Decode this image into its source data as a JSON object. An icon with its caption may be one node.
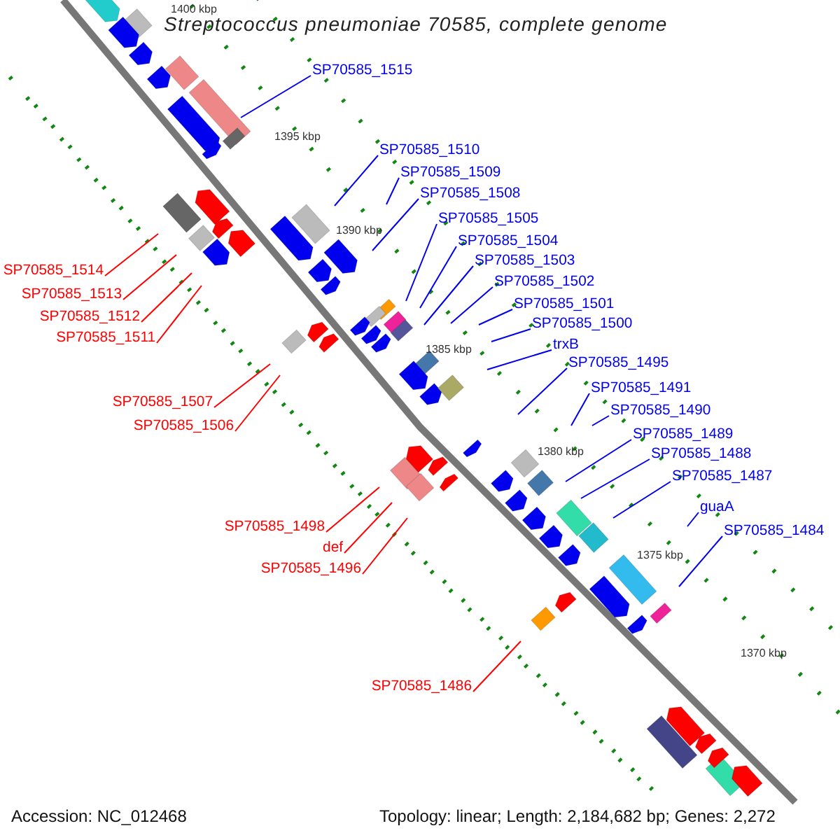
{
  "diagram": {
    "title": "Streptococcus pneumoniae 70585, complete genome",
    "nodes": [
      {
        "text": [
          "SP70585_1515"
        ]
      },
      {
        "text": [
          "SP70585_1510"
        ]
      },
      {
        "text": [
          "SP70585_1509"
        ]
      },
      {
        "text": [
          "SP70585_1508"
        ]
      },
      {
        "text": [
          "SP70585_1505"
        ]
      },
      {
        "text": [
          "SP70585_1504"
        ]
      },
      {
        "text": [
          "SP70585_1503"
        ]
      },
      {
        "text": [
          "SP70585_1514"
        ]
      },
      {
        "text": [
          "SP70585_1502"
        ]
      },
      {
        "text": [
          "SP70585_1513"
        ]
      },
      {
        "text": [
          "SP70585_1501"
        ]
      },
      {
        "text": [
          "SP70585_1512"
        ]
      },
      {
        "text": [
          "SP70585_1500"
        ]
      },
      {
        "text": [
          "SP70585_1511"
        ]
      },
      {
        "text": [
          "trxB"
        ]
      },
      {
        "text": [
          "SP70585_1495"
        ]
      },
      {
        "text": [
          "SP70585_1491"
        ]
      },
      {
        "text": [
          "SP70585_1507"
        ]
      },
      {
        "text": [
          "SP70585_1490"
        ]
      },
      {
        "text": [
          "SP70585_1506"
        ]
      },
      {
        "text": [
          "SP70585_1489"
        ]
      },
      {
        "text": [
          "SP70585_1488"
        ]
      },
      {
        "text": [
          "SP70585_1487"
        ]
      },
      {
        "text": [
          "guaA"
        ]
      },
      {
        "text": [
          "SP70585_1498"
        ]
      },
      {
        "text": [
          "def"
        ]
      },
      {
        "text": [
          "SP70585_1484"
        ]
      },
      {
        "text": [
          "SP70585_1496"
        ]
      },
      {
        "text": [
          "SP70585_1486"
        ]
      }
    ],
    "edges": [
      {
        "from": 0,
        "to": null,
        "arrow": "none"
      },
      {
        "from": 1,
        "to": null,
        "arrow": "none"
      },
      {
        "from": 2,
        "to": null,
        "arrow": "none"
      },
      {
        "from": 3,
        "to": null,
        "arrow": "none"
      },
      {
        "from": 4,
        "to": null,
        "arrow": "none"
      },
      {
        "from": 5,
        "to": null,
        "arrow": "none"
      },
      {
        "from": 6,
        "to": null,
        "arrow": "none"
      },
      {
        "from": 7,
        "to": null,
        "arrow": "none",
        "color": "#ff0000"
      },
      {
        "from": 8,
        "to": null,
        "arrow": "none"
      },
      {
        "from": 9,
        "to": null,
        "arrow": "none",
        "color": "#ff0000"
      },
      {
        "from": 10,
        "to": null,
        "arrow": "none"
      },
      {
        "from": 11,
        "to": null,
        "arrow": "none",
        "color": "#ff0000"
      },
      {
        "from": 12,
        "to": null,
        "arrow": "none"
      },
      {
        "from": 13,
        "to": null,
        "arrow": "none",
        "color": "#ff0000"
      },
      {
        "from": 14,
        "to": null,
        "arrow": "none"
      },
      {
        "from": 15,
        "to": null,
        "arrow": "none"
      },
      {
        "from": 16,
        "to": null,
        "arrow": "none"
      },
      {
        "from": 17,
        "to": null,
        "arrow": "none",
        "color": "#ff0000"
      },
      {
        "from": 18,
        "to": null,
        "arrow": "none"
      },
      {
        "from": 19,
        "to": null,
        "arrow": "none",
        "color": "#ff0000"
      },
      {
        "from": 20,
        "to": null,
        "arrow": "none"
      },
      {
        "from": 21,
        "to": null,
        "arrow": "none"
      },
      {
        "from": 22,
        "to": null,
        "arrow": "none"
      },
      {
        "from": 23,
        "to": null,
        "arrow": "none"
      },
      {
        "from": 24,
        "to": null,
        "arrow": "none",
        "color": "#ff0000"
      },
      {
        "from": 25,
        "to": null,
        "arrow": "none",
        "color": "#ff0000"
      },
      {
        "from": 26,
        "to": null,
        "arrow": "none"
      },
      {
        "from": 27,
        "to": null,
        "arrow": "none",
        "color": "#ff0000"
      },
      {
        "from": 28,
        "to": null,
        "arrow": "none",
        "color": "#ff0000"
      }
    ],
    "labels": [
      "1400 kbp",
      "1395 kbp",
      "1390 kbp",
      "1385 kbp",
      "1380 kbp",
      "1375 kbp",
      "1370 kbp",
      "Accession: NC_012468",
      "Topology: linear; Length: 2,184,682 bp; Genes: 2,272"
    ]
  }
}
